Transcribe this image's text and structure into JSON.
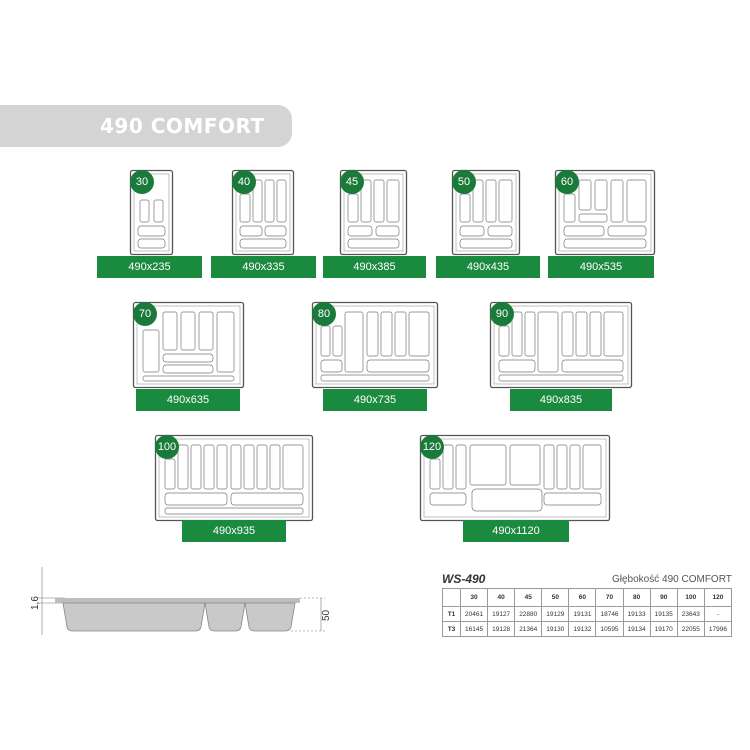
{
  "title": "490 COMFORT",
  "trays": [
    {
      "width": "30",
      "size": "490x235"
    },
    {
      "width": "40",
      "size": "490x335"
    },
    {
      "width": "45",
      "size": "490x385"
    },
    {
      "width": "50",
      "size": "490x435"
    },
    {
      "width": "60",
      "size": "490x535"
    },
    {
      "width": "70",
      "size": "490x635"
    },
    {
      "width": "80",
      "size": "490x735"
    },
    {
      "width": "90",
      "size": "490x835"
    },
    {
      "width": "100",
      "size": "490x935"
    },
    {
      "width": "120",
      "size": "490x1120"
    }
  ],
  "profile": {
    "rim_label": "1,6",
    "depth_label": "50"
  },
  "table": {
    "model": "WS-490",
    "depth_caption": "Głębokość 490 COMFORT",
    "columns": [
      "30",
      "40",
      "45",
      "50",
      "60",
      "70",
      "80",
      "90",
      "100",
      "120"
    ],
    "rows": [
      {
        "label": "T1",
        "values": [
          "20461",
          "19127",
          "22880",
          "19129",
          "19131",
          "18746",
          "19133",
          "19135",
          "23643",
          "-"
        ]
      },
      {
        "label": "T3",
        "values": [
          "16145",
          "19128",
          "21364",
          "19130",
          "19132",
          "10595",
          "19134",
          "19170",
          "22055",
          "17996"
        ]
      }
    ]
  },
  "colors": {
    "green": "#1a8a3e",
    "badge_green": "#1a7a3a",
    "banner_gray": "#d4d4d4"
  }
}
